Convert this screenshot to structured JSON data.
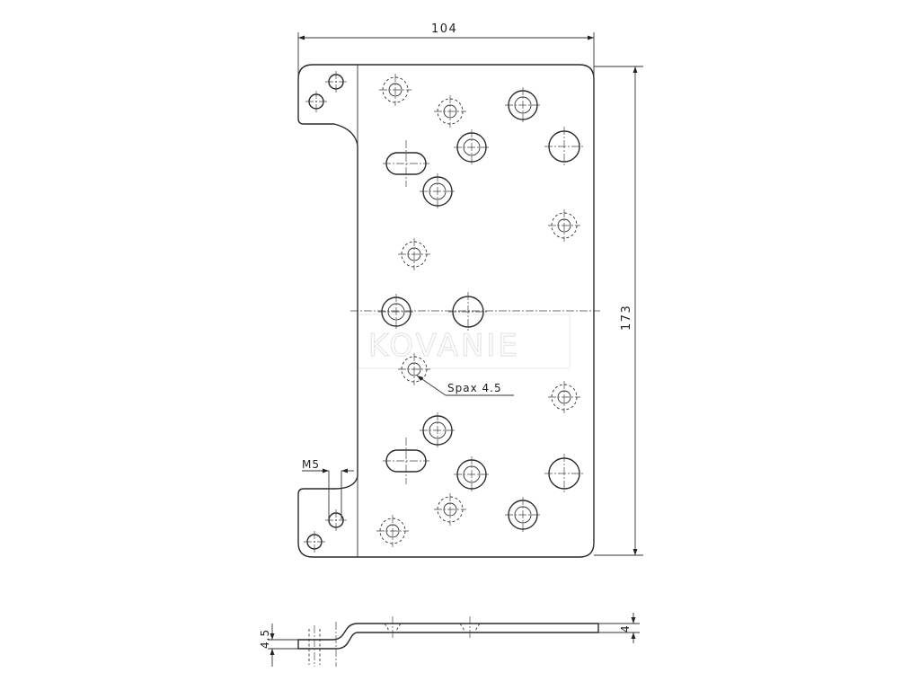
{
  "drawing": {
    "width_dimension": "104",
    "height_dimension": "173",
    "screw_callout": "Spax 4.5",
    "thread_callout": "M5",
    "thickness_dimension": "4,5",
    "plate_thickness": "4",
    "watermark": "KOVANIE"
  }
}
